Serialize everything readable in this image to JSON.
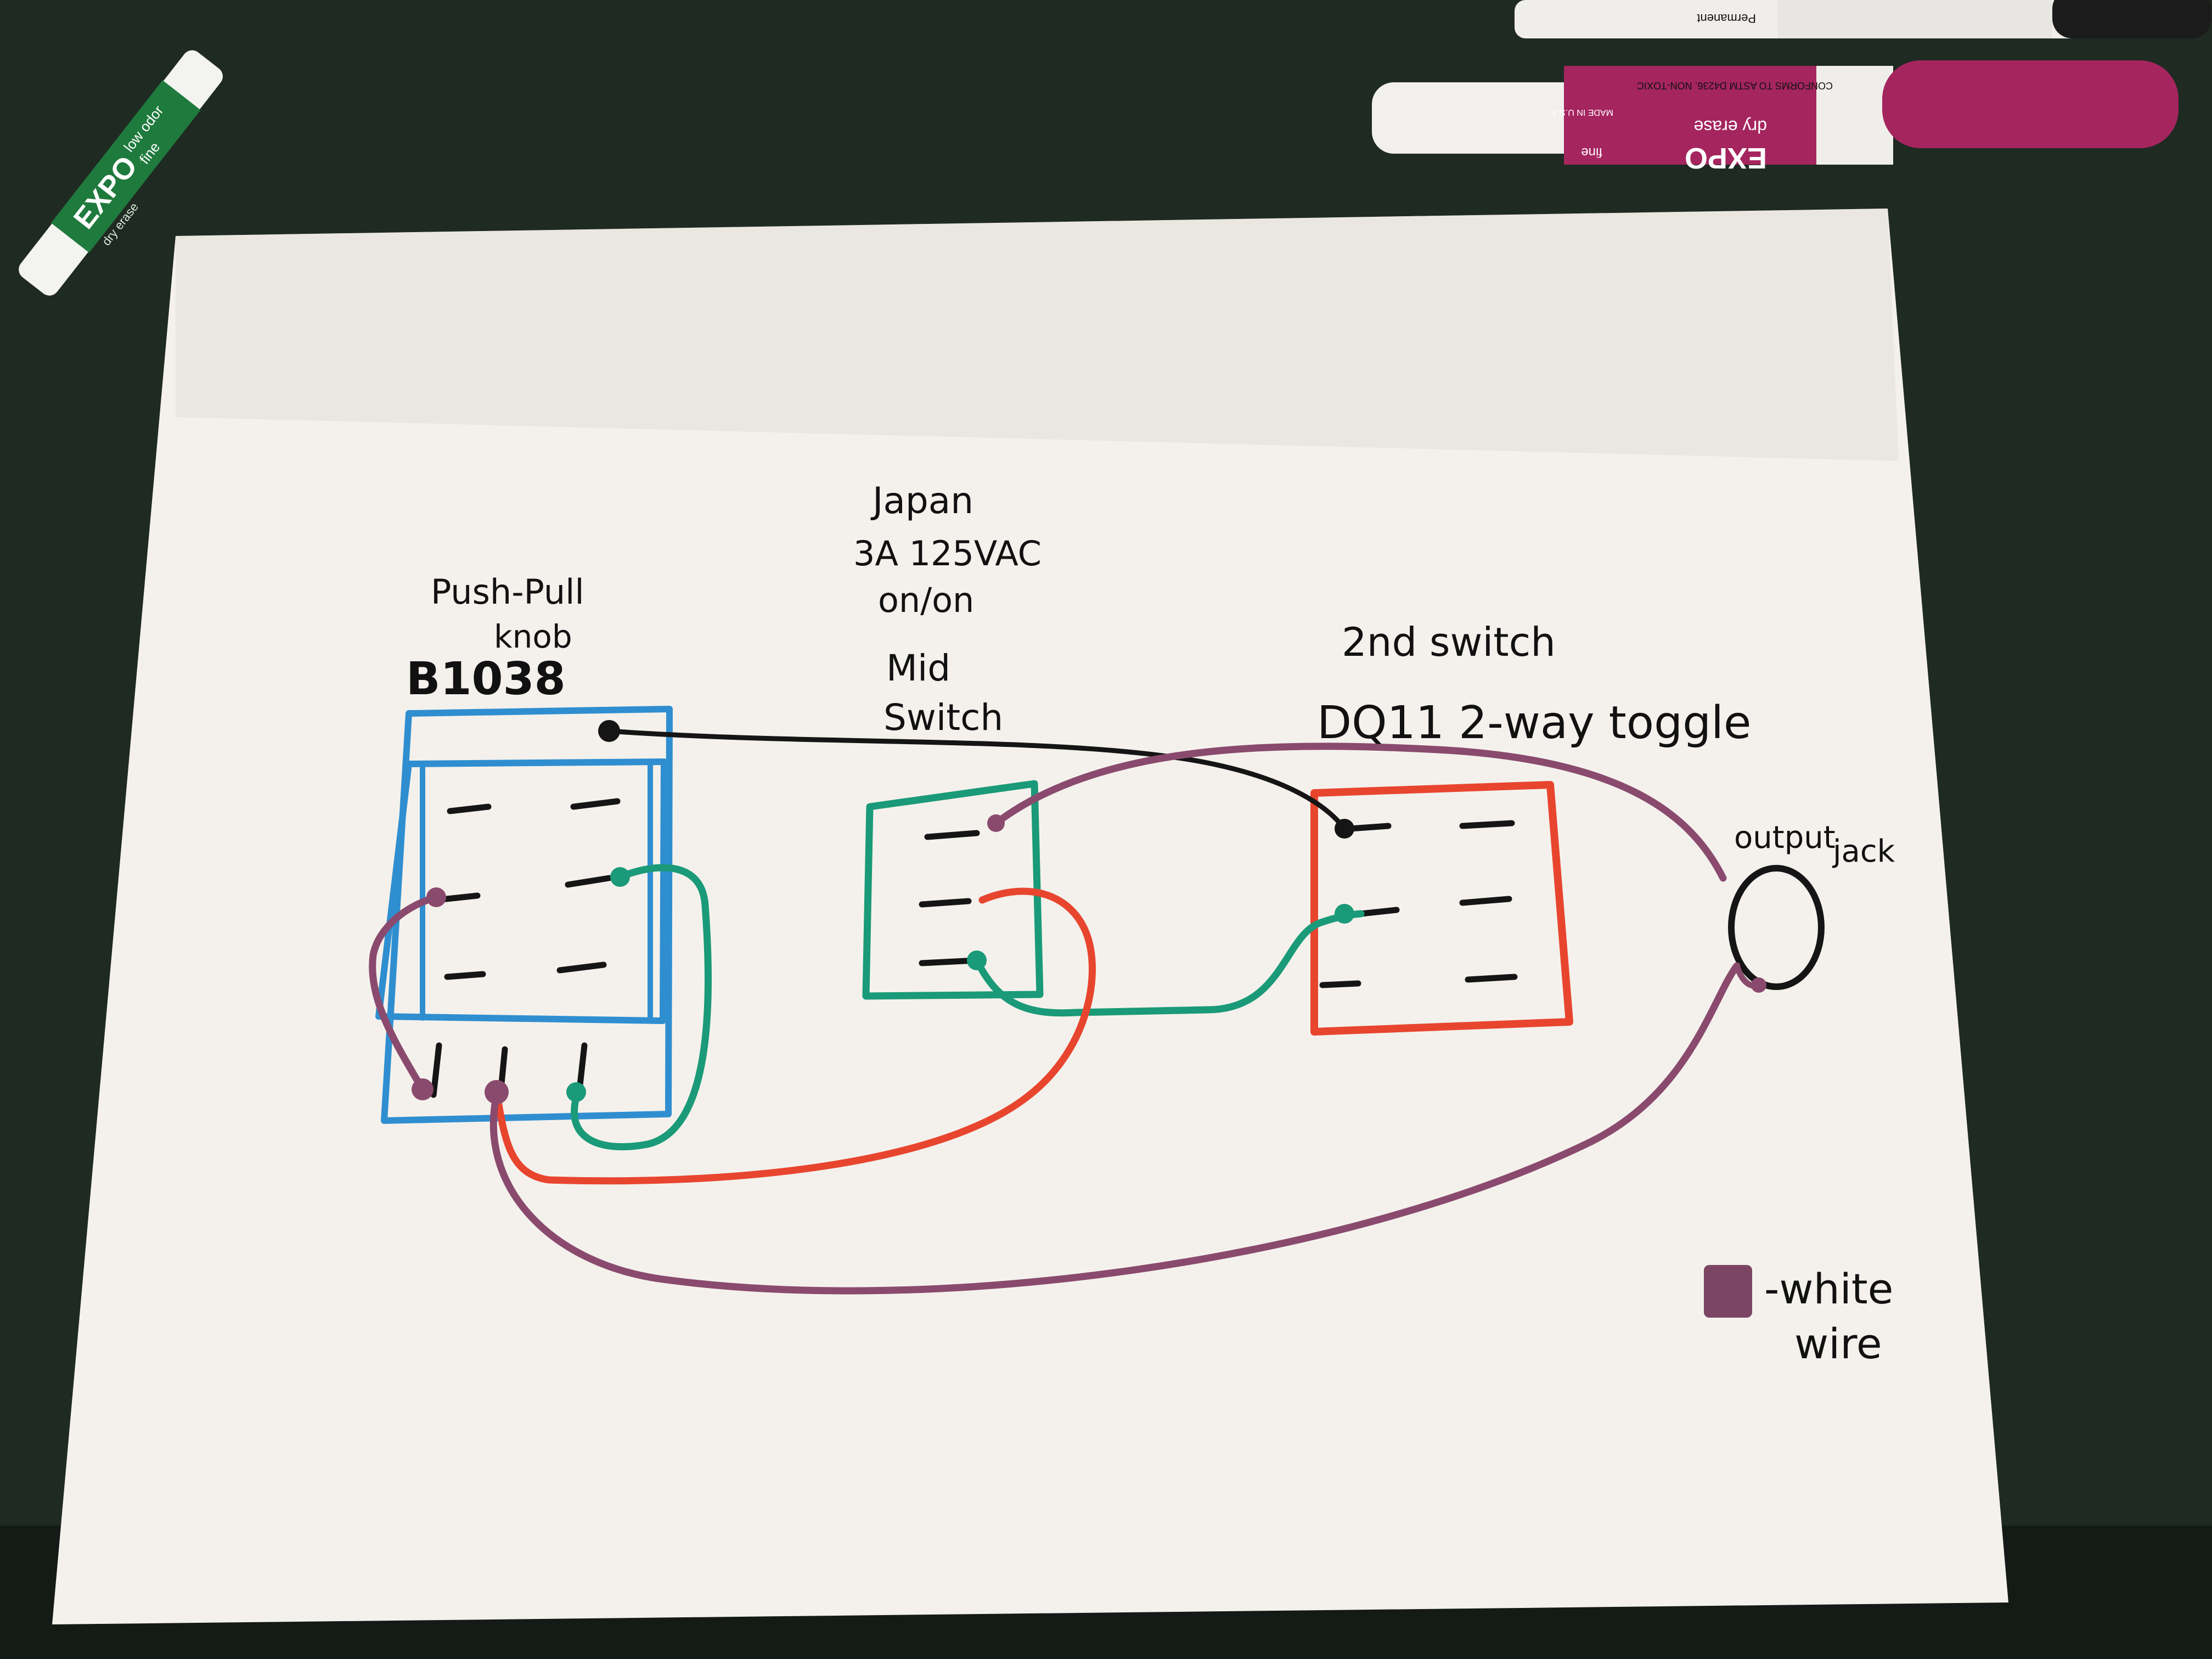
{
  "page": {
    "desk_color": "#1f2a22",
    "paper_color": "#f4f1ec"
  },
  "markers": {
    "green": {
      "brand": "EXPO",
      "text1": "low odor",
      "text2": "fine",
      "text3": "dry erase",
      "color": "#1f7a3d"
    },
    "magenta": {
      "brand": "EXPO",
      "text1": "dry erase",
      "text2": "fine",
      "text3": "CONFORMS TO ASTM D4236. NON-TOXIC",
      "text4": "MADE IN U.S.A.",
      "color": "#a5255f"
    },
    "black": {
      "text1": "Permanent",
      "color": "#1b1b1b"
    }
  },
  "diagram": {
    "knob_label": [
      "Push-Pull",
      "knob",
      "B1038"
    ],
    "mid_switch_label": [
      "Japan",
      "3A 125VAC",
      "on/on",
      "Mid",
      "Switch"
    ],
    "second_switch_label": [
      "2nd switch",
      "DQ11 2-way toggle"
    ],
    "jack_label": [
      "output",
      "jack"
    ],
    "legend_text": [
      "-white",
      "wire"
    ],
    "wire_colors": {
      "blue": "#2f8ed0",
      "teal": "#1a9a78",
      "red": "#e8452f",
      "purple": "#8a4a6e",
      "black": "#151515"
    },
    "legend_color": "#7b4563"
  }
}
